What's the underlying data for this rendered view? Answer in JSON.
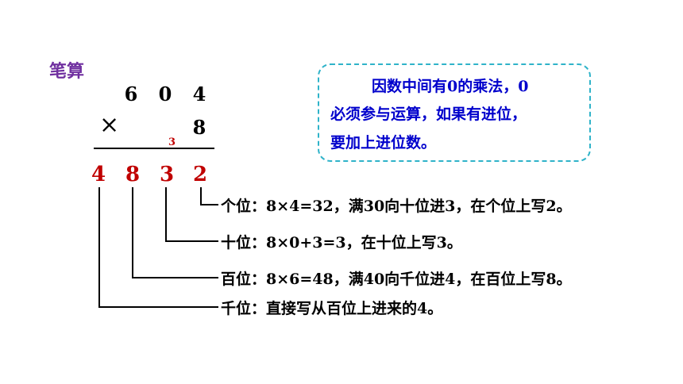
{
  "title": "笔算",
  "multiplicand": [
    "6",
    "0",
    "4"
  ],
  "multiplier_sign": "×",
  "multiplier": "8",
  "carry": "3",
  "result": [
    "4",
    "8",
    "3",
    "2"
  ],
  "steps": [
    "个位：8×4=32，满30向十位进3，在个位上写2。",
    "十位：8×0+3=3，在十位上写3。",
    "百位：8×6=48，满40向千位进4，在百位上写8。",
    "千位：直接写从百位上进来的4。"
  ],
  "note_lines": [
    "因数中间有0的乘法，0",
    "必须参与运算，如果有进位，",
    "要加上进位数。"
  ],
  "colors": {
    "title": "#7030a0",
    "result": "#c00000",
    "note_text": "#0000cc",
    "note_border": "#2fb3c9"
  }
}
